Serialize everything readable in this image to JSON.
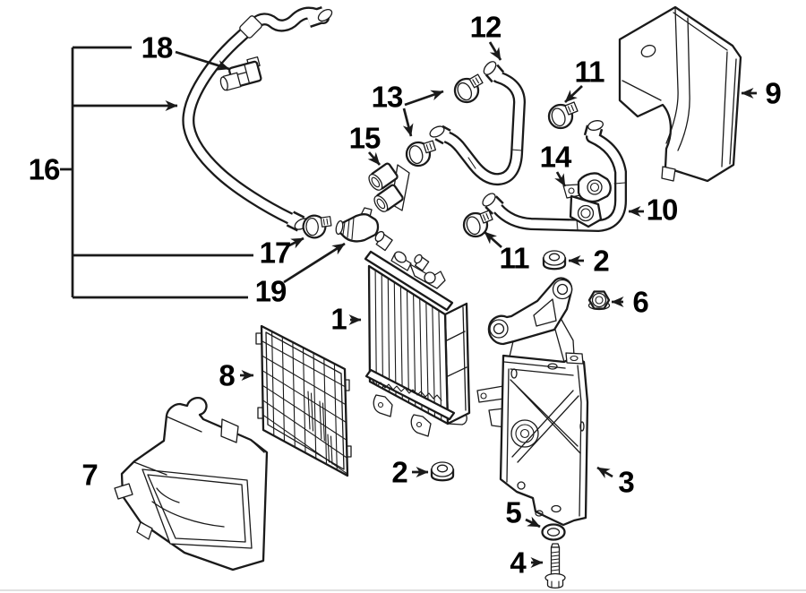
{
  "colors": {
    "background": "#ffffff",
    "line": "#1a1a1a",
    "label_text": "#000000",
    "bottom_border": "#e0e0e0"
  },
  "callouts": {
    "c1": "1",
    "c2a": "2",
    "c2b": "2",
    "c3": "3",
    "c4": "4",
    "c5": "5",
    "c6": "6",
    "c7": "7",
    "c8": "8",
    "c9": "9",
    "c10": "10",
    "c11a": "11",
    "c11b": "11",
    "c12": "12",
    "c13": "13",
    "c14": "14",
    "c15": "15",
    "c16": "16",
    "c17": "17",
    "c18": "18",
    "c19": "19"
  }
}
